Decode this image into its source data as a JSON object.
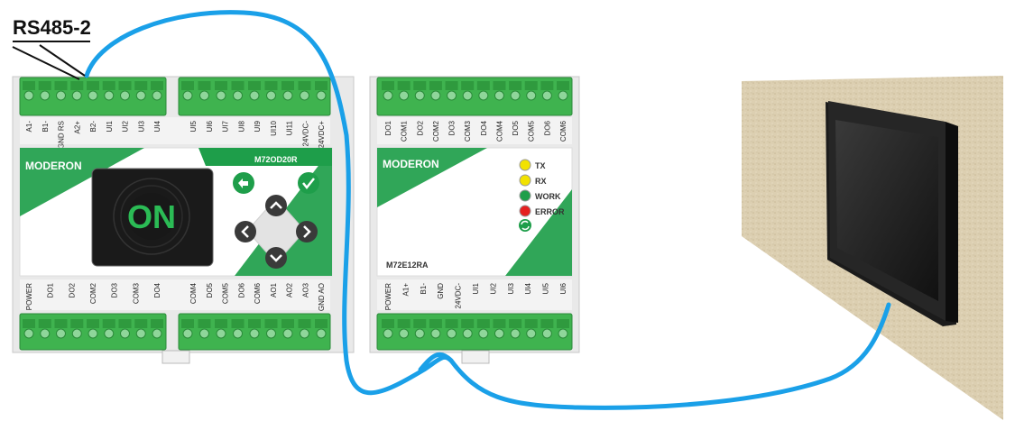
{
  "diagram": {
    "bus_label": "RS485-2",
    "controller": {
      "brand_prefix": "MODER",
      "brand_suffix": "ON",
      "model": "M72OD20R",
      "screen_text": "ON",
      "top_terminals_left": [
        "A1-",
        "B1-",
        "GND RS",
        "A2+",
        "B2-",
        "UI1",
        "UI2",
        "UI3",
        "UI4"
      ],
      "top_terminals_right": [
        "UI5",
        "UI6",
        "UI7",
        "UI8",
        "UI9",
        "UI10",
        "UI11",
        "24VDC-",
        "24VDC+"
      ],
      "bottom_terminals_left": [
        "POWER",
        "DO1",
        "DO2",
        "COM2",
        "DO3",
        "COM3",
        "DO4"
      ],
      "bottom_terminals_right": [
        "COM4",
        "DO5",
        "COM5",
        "DO6",
        "COM6",
        "AO1",
        "AO2",
        "AO3",
        "GND AO"
      ]
    },
    "expansion": {
      "brand_prefix": "MODER",
      "brand_suffix": "ON",
      "model": "M72E12RA",
      "leds": [
        {
          "label": "TX",
          "color": "#f2e200"
        },
        {
          "label": "RX",
          "color": "#f2e200"
        },
        {
          "label": "WORK",
          "color": "#1e9e4a"
        },
        {
          "label": "ERROR",
          "color": "#e52020"
        }
      ],
      "top_terminals": [
        "DO1",
        "COM1",
        "DO2",
        "COM2",
        "DO3",
        "COM3",
        "DO4",
        "COM4",
        "DO5",
        "COM5",
        "DO6",
        "COM6"
      ],
      "bottom_terminals": [
        "POWER",
        "A1+",
        "B1-",
        "GND",
        "24VDC-",
        "UI1",
        "UI2",
        "UI3",
        "UI4",
        "UI5",
        "UI6"
      ]
    },
    "colors": {
      "cable": "#1aa0e8",
      "terminal_green": "#3fb34f",
      "brand_green": "#1e9e4a",
      "housing": "#ececec",
      "wall": "#d9ccae"
    },
    "icons": [
      "back-arrow-icon",
      "check-icon",
      "up-arrow-icon",
      "left-arrow-icon",
      "right-arrow-icon",
      "down-arrow-icon",
      "sync-icon"
    ]
  }
}
